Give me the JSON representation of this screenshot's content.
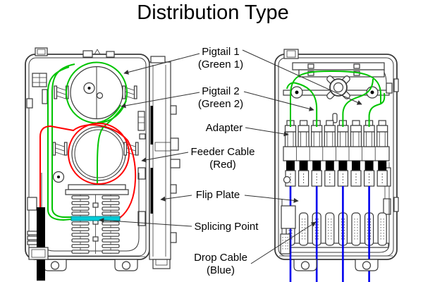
{
  "title": "Distribution Type",
  "labels": {
    "pigtail1": {
      "line1": "Pigtail 1",
      "line2": "(Green 1)"
    },
    "pigtail2": {
      "line1": "Pigtail 2",
      "line2": "(Green 2)"
    },
    "adapter": {
      "line1": "Adapter"
    },
    "feeder": {
      "line1": "Feeder Cable",
      "line2": "(Red)"
    },
    "flip_plate": {
      "line1": "Flip Plate"
    },
    "splicing": {
      "line1": "Splicing Point"
    },
    "drop": {
      "line1": "Drop Cable",
      "line2": "(Blue)"
    }
  },
  "colors": {
    "pigtail_green": "#00c400",
    "feeder_red": "#ff0000",
    "drop_blue": "#0000ee",
    "splice_cyan": "#00ccd8",
    "outline": "#3a3a3a",
    "cable_black": "#000000",
    "background": "#ffffff",
    "text": "#000000"
  }
}
